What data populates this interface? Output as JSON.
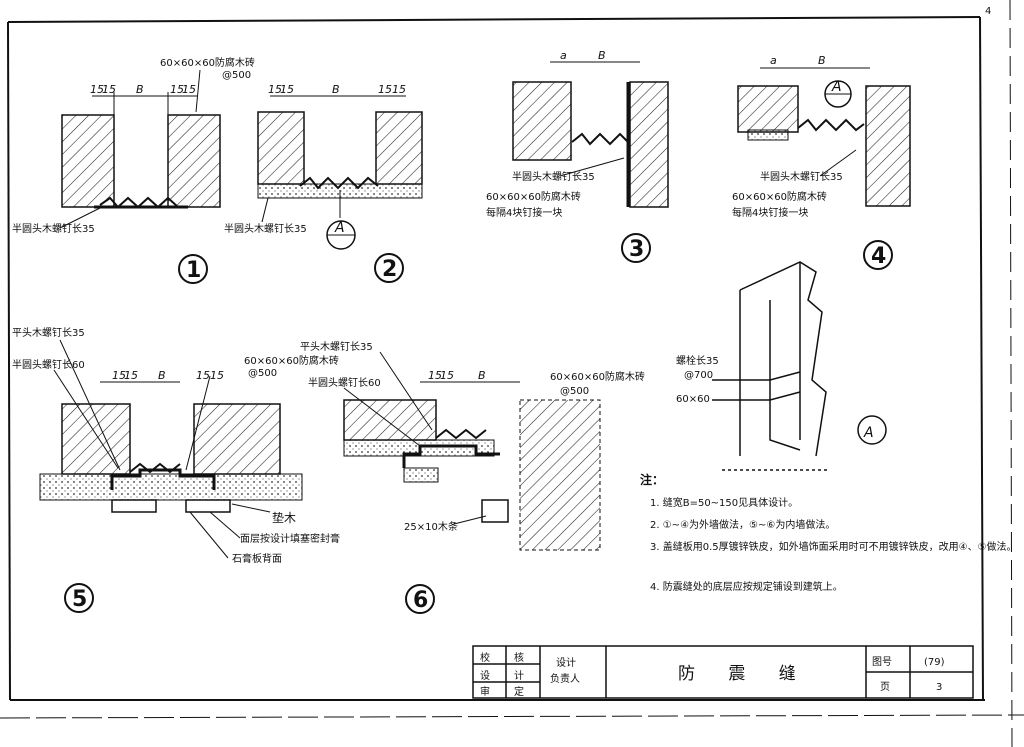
{
  "corner_mark": "4",
  "details": {
    "d1": {
      "number": "1",
      "label_top": "",
      "label_bottom": "半圆头木螺钉长35",
      "dims": [
        "15",
        "15",
        "B",
        "15",
        "15"
      ]
    },
    "d2": {
      "number": "2",
      "label_top": "60×60×60防腐木砖",
      "label_top2": "@500",
      "label_bottom": "半圆头木螺钉长35",
      "section": "A",
      "dims": [
        "15",
        "15",
        "B",
        "15",
        "15"
      ]
    },
    "d3": {
      "number": "3",
      "label_1": "半圆头木螺钉长35",
      "label_2": "60×60×60防腐木砖",
      "label_3": "每隔4块钉接一块",
      "dims": [
        "a",
        "B"
      ]
    },
    "d4": {
      "number": "4",
      "section": "A",
      "label_1": "半圆头木螺钉长35",
      "label_2": "60×60×60防腐木砖",
      "label_3": "每隔4块钉接一块",
      "dims": [
        "a",
        "B"
      ]
    },
    "d5": {
      "number": "5",
      "label_1": "平头木螺钉长35",
      "label_2": "半圆头螺钉长60",
      "label_3": "60×60×60防腐木砖",
      "label_4": "@500",
      "label_5": "垫木",
      "label_6": "面层按设计填塞密封膏",
      "label_7": "石膏板背面",
      "dims": [
        "15",
        "15",
        "B",
        "15",
        "15"
      ]
    },
    "d6": {
      "number": "6",
      "label_1": "平头木螺钉长35",
      "label_2": "半圆头螺钉长60",
      "label_3": "60×60×60防腐木砖",
      "label_4": "@500",
      "label_5": "25×10木条",
      "dims": [
        "15",
        "15",
        "B"
      ]
    },
    "dA": {
      "number": "A",
      "label_1": "螺栓长35",
      "label_2": "@700",
      "label_3": "60×60"
    }
  },
  "notes": {
    "heading": "注：",
    "items": [
      "1. 缝宽B=50~150见具体设计。",
      "2. ①~④为外墙做法，⑤~⑥为内墙做法。",
      "3. 盖缝板用0.5厚镀锌铁皮，如外墙饰面采用时可不用镀锌铁皮，改用④、⑤做法。",
      "4. 防震缝处的底层应按规定铺设到建筑上。"
    ]
  },
  "title_block": {
    "left_cells": [
      "校",
      "核",
      "设",
      "计",
      "审",
      "定"
    ],
    "mid_cells": [
      "设计",
      "负责人"
    ],
    "title": "防 震 缝",
    "fig_label": "图号",
    "fig_value": "(79)",
    "page_label": "页",
    "page_value": "3"
  }
}
